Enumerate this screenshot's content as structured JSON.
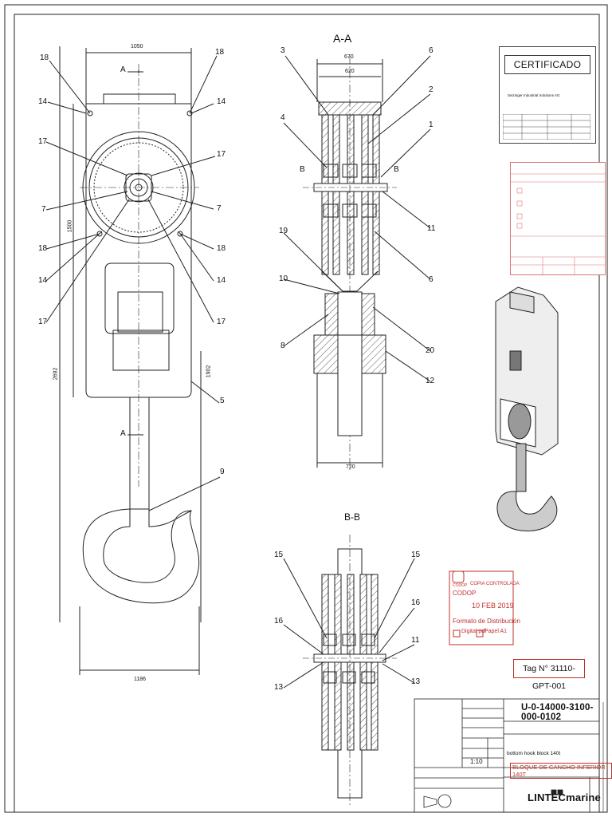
{
  "drawing": {
    "title_aa": "A-A",
    "title_bb": "B-B",
    "dims": {
      "width_top": "1050",
      "height_1500": "1500",
      "height_2692": "2692",
      "height_1902": "1902",
      "width_bottom": "1186",
      "aa_670": "670",
      "aa_620": "620",
      "aa_720": "720"
    },
    "section_marks": {
      "a": "A",
      "b": "B"
    },
    "callouts_front": [
      "18",
      "18",
      "14",
      "14",
      "17",
      "17",
      "7",
      "7",
      "18",
      "18",
      "14",
      "14",
      "17",
      "17",
      "5",
      "9"
    ],
    "callouts_aa": [
      "3",
      "6",
      "2",
      "4",
      "1",
      "11",
      "6",
      "19",
      "10",
      "8",
      "20",
      "12"
    ],
    "callouts_bb": [
      "15",
      "15",
      "16",
      "16",
      "11",
      "13",
      "13"
    ]
  },
  "certificate": {
    "heading": "CERTIFICADO",
    "issuer": "Seizinger Industrial Solutions AG"
  },
  "stamp": {
    "line1": "CODOP",
    "line2": "COPIA CONTROLADA",
    "date": "10 FEB 2019",
    "label": "Formato de Distribución",
    "opt1": "Digital pdf",
    "opt2": "Papel A1"
  },
  "title_block": {
    "tag": "Tag N° 31110-GPT-001",
    "document_number": "U-0-14000-3100-000-0102",
    "subject_en": "bottom hook block 140t",
    "subject_es": "BLOQUE DE GANCHO INFERIOR 140T",
    "scale": "1:10",
    "company": "LINTECmarine"
  },
  "colors": {
    "stamp_red": "#c0302c",
    "line": "#222222",
    "hatch": "#555555"
  }
}
